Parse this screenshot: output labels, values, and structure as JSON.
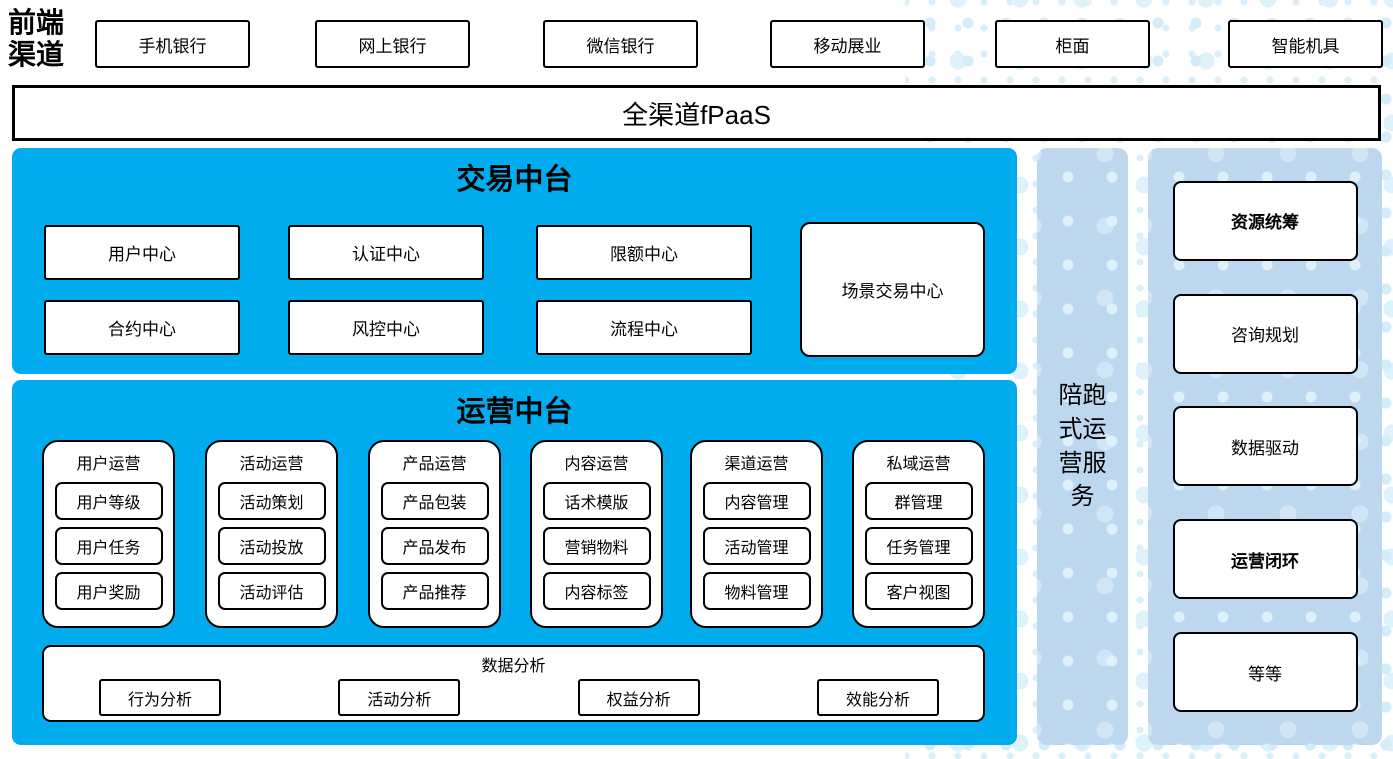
{
  "colors": {
    "platform_blue": "#00aced",
    "panel_light_blue": "#bdd7ee",
    "dot_pattern": "#d3ecf8",
    "box_border": "#000000"
  },
  "front_channels": {
    "label": "前端渠道",
    "items": [
      "手机银行",
      "网上银行",
      "微信银行",
      "移动展业",
      "柜面",
      "智能机具"
    ]
  },
  "fpaas": {
    "label": "全渠道fPaaS"
  },
  "trade_platform": {
    "title": "交易中台",
    "row1": [
      "用户中心",
      "认证中心",
      "限额中心"
    ],
    "row2": [
      "合约中心",
      "风控中心",
      "流程中心"
    ],
    "tall_box": "场景交易中心"
  },
  "operation_platform": {
    "title": "运营中台",
    "columns": [
      {
        "title": "用户运营",
        "items": [
          "用户等级",
          "用户任务",
          "用户奖励"
        ]
      },
      {
        "title": "活动运营",
        "items": [
          "活动策划",
          "活动投放",
          "活动评估"
        ]
      },
      {
        "title": "产品运营",
        "items": [
          "产品包装",
          "产品发布",
          "产品推荐"
        ]
      },
      {
        "title": "内容运营",
        "items": [
          "话术模版",
          "营销物料",
          "内容标签"
        ]
      },
      {
        "title": "渠道运营",
        "items": [
          "内容管理",
          "活动管理",
          "物料管理"
        ]
      },
      {
        "title": "私域运营",
        "items": [
          "群管理",
          "任务管理",
          "客户视图"
        ]
      }
    ],
    "analysis": {
      "title": "数据分析",
      "items": [
        "行为分析",
        "活动分析",
        "权益分析",
        "效能分析"
      ]
    }
  },
  "side_service": {
    "label": "陪跑式运营服务"
  },
  "right_panel": {
    "items": [
      {
        "label": "资源统筹",
        "bold": true
      },
      {
        "label": "咨询规划",
        "bold": false
      },
      {
        "label": "数据驱动",
        "bold": false
      },
      {
        "label": "运营闭环",
        "bold": true
      },
      {
        "label": "等等",
        "bold": false
      }
    ]
  }
}
